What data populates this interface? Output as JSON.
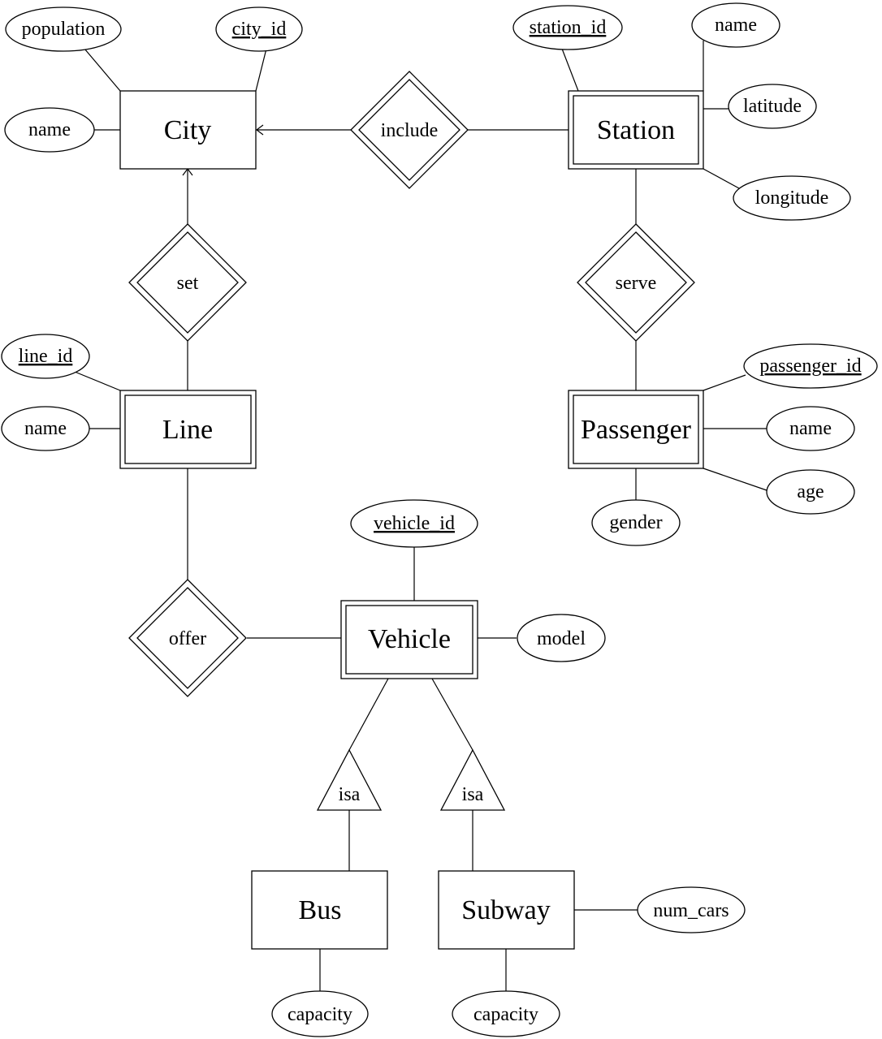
{
  "entities": {
    "city": "City",
    "station": "Station",
    "line": "Line",
    "passenger": "Passenger",
    "vehicle": "Vehicle",
    "bus": "Bus",
    "subway": "Subway"
  },
  "relationships": {
    "include": "include",
    "set": "set",
    "serve": "serve",
    "offer": "offer",
    "isa_bus": "isa",
    "isa_subway": "isa"
  },
  "attributes": {
    "city_population": "population",
    "city_id": "city_id",
    "city_name": "name",
    "station_id": "station_id",
    "station_name": "name",
    "station_latitude": "latitude",
    "station_longitude": "longitude",
    "line_id": "line_id",
    "line_name": "name",
    "passenger_id": "passenger_id",
    "passenger_name": "name",
    "passenger_age": "age",
    "passenger_gender": "gender",
    "vehicle_id": "vehicle_id",
    "vehicle_model": "model",
    "bus_capacity": "capacity",
    "subway_capacity": "capacity",
    "subway_num_cars": "num_cars"
  }
}
